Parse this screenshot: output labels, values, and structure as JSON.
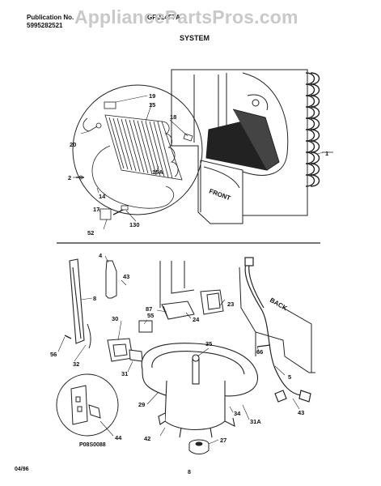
{
  "header": {
    "publication_label": "Publication No.",
    "publication_number": "5995282521",
    "model": "GFU14F7A",
    "section_title": "SYSTEM"
  },
  "watermark": "AppliancePartsPros.com",
  "cabinet_labels": {
    "front": "FRONT",
    "back": "BACK"
  },
  "callouts_top": [
    "19",
    "15",
    "18",
    "20",
    "2",
    "15A",
    "14",
    "17",
    "130",
    "52",
    "1"
  ],
  "callouts_bottom": [
    "4",
    "43",
    "8",
    "30",
    "55",
    "87",
    "24",
    "23",
    "56",
    "32",
    "31",
    "35",
    "66",
    "5",
    "29",
    "34",
    "31A",
    "43",
    "44",
    "42",
    "27"
  ],
  "footer": {
    "drawing_code": "P08S0088",
    "date": "04/96",
    "page": "8"
  }
}
